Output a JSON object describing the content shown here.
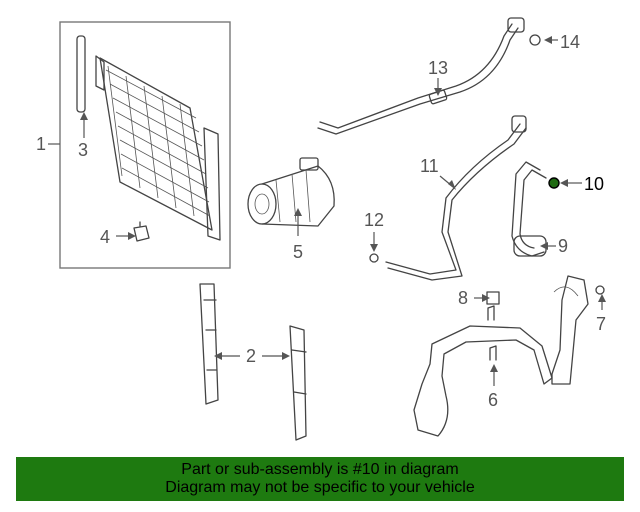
{
  "callouts": [
    {
      "id": "1",
      "text": "1"
    },
    {
      "id": "2",
      "text": "2"
    },
    {
      "id": "3",
      "text": "3"
    },
    {
      "id": "4",
      "text": "4"
    },
    {
      "id": "5",
      "text": "5"
    },
    {
      "id": "6",
      "text": "6"
    },
    {
      "id": "7",
      "text": "7"
    },
    {
      "id": "8",
      "text": "8"
    },
    {
      "id": "9",
      "text": "9"
    },
    {
      "id": "10",
      "text": "10"
    },
    {
      "id": "11",
      "text": "11"
    },
    {
      "id": "12",
      "text": "12"
    },
    {
      "id": "13",
      "text": "13"
    },
    {
      "id": "14",
      "text": "14"
    }
  ],
  "highlighted_part": "10",
  "colors": {
    "banner_background": "#1e7a10",
    "highlight_part_fill": "#1f6b12",
    "line_color": "#444444"
  },
  "banner": {
    "line1": "Part or sub-assembly is #10 in diagram",
    "line2": "Diagram may not be specific to your vehicle"
  }
}
